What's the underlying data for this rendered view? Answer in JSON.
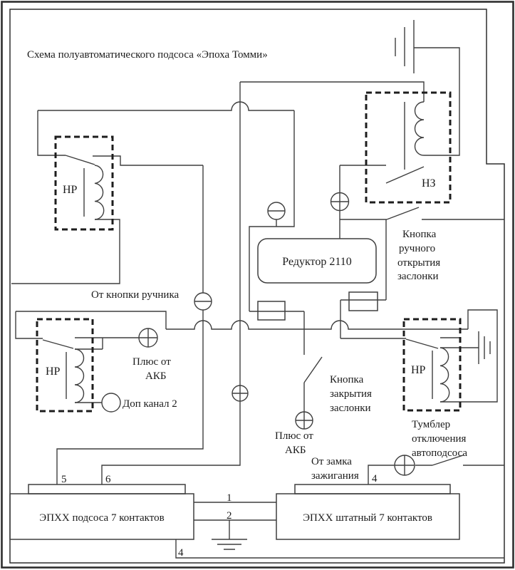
{
  "title": "Схема полуавтоматического подсоса «Эпоха Томми»",
  "relays": {
    "top_left": "НР",
    "mid_left": "НР",
    "right": "НР",
    "nz": "НЗ"
  },
  "reducer_label": "Редуктор 2110",
  "labels": {
    "handbrake": "От кнопки ручника",
    "plus_akb_left": [
      "Плюс от",
      "АКБ"
    ],
    "plus_akb_center": [
      "Плюс от",
      "АКБ"
    ],
    "dop_kanal": "Доп канал 2",
    "manual_open": [
      "Кнопка",
      "ручного",
      "открытия",
      "заслонки"
    ],
    "close_valve": [
      "Кнопка",
      "закрытия",
      "заслонки"
    ],
    "tumbler": [
      "Тумблер",
      "отключения",
      "автоподсоса"
    ],
    "ignition": [
      "От замка",
      "зажигания"
    ]
  },
  "connectors": {
    "left_box": "ЭПХХ подсоса 7 контактов",
    "right_box": "ЭПХХ штатный 7 контактов"
  },
  "pins": {
    "p5": "5",
    "p6": "6",
    "p1": "1",
    "p2": "2",
    "p4_top": "4",
    "p4_bottom": "4"
  },
  "colors": {
    "line": "#3f3f3f",
    "text": "#1b1b1b",
    "background": "#ffffff"
  }
}
